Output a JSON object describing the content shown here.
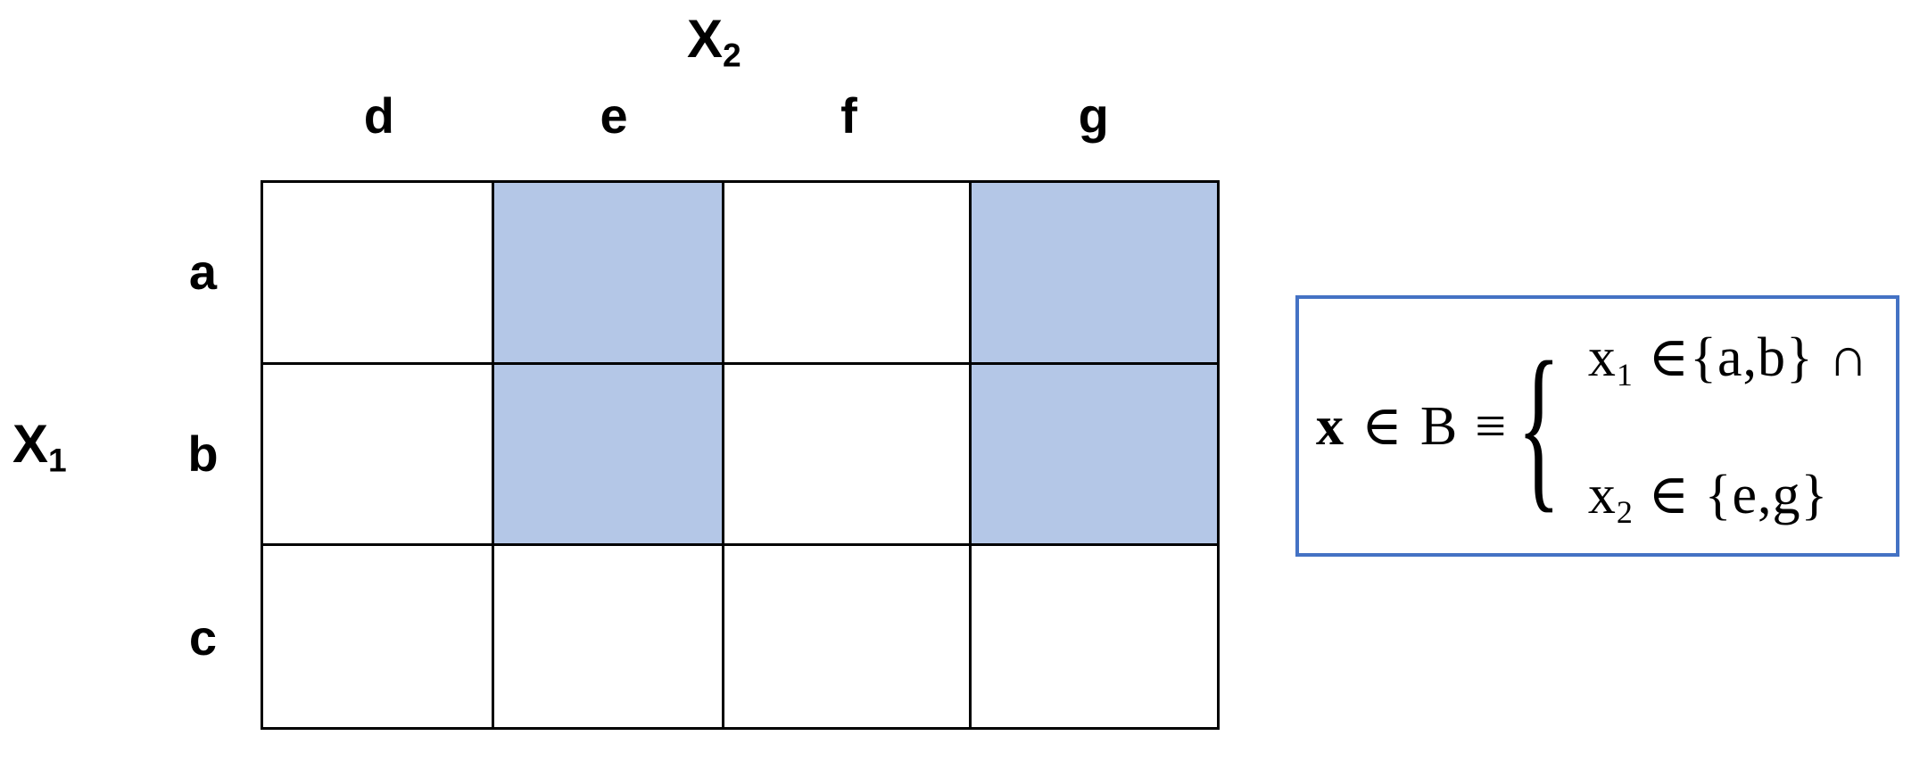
{
  "colors": {
    "background": "#ffffff",
    "text": "#000000",
    "grid_line": "#000000",
    "shaded_cell": "#b4c7e7",
    "formula_box_border": "#4472c4"
  },
  "labels": {
    "x2": {
      "base": "X",
      "sub": "2"
    },
    "x1": {
      "base": "X",
      "sub": "1"
    }
  },
  "grid": {
    "columns": [
      "d",
      "e",
      "f",
      "g"
    ],
    "rows": [
      "a",
      "b",
      "c"
    ],
    "shaded_cells": [
      [
        "a",
        "e"
      ],
      [
        "a",
        "g"
      ],
      [
        "b",
        "e"
      ],
      [
        "b",
        "g"
      ]
    ]
  },
  "formula": {
    "lhs": {
      "var": "x",
      "in": "∈",
      "set": "B",
      "equiv": "≡"
    },
    "brace": "{",
    "lines": [
      {
        "var": "x",
        "sub": "1",
        "rest": " ∈{a,b} ∩"
      },
      {
        "var": "x",
        "sub": "2",
        "rest": " ∈ {e,g}"
      }
    ]
  }
}
